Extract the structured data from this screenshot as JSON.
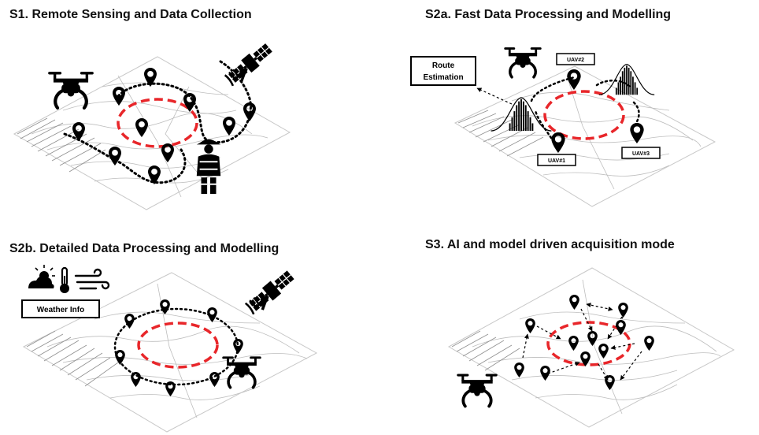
{
  "panels": {
    "s1": {
      "title": "S1. Remote Sensing and Data Collection"
    },
    "s2a": {
      "title": "S2a. Fast Data Processing and Modelling",
      "route_box_line1": "Route",
      "route_box_line2": "Estimation",
      "uav_labels": [
        "UAV#2",
        "UAV#1",
        "UAV#3"
      ]
    },
    "s2b": {
      "title": "S2b. Detailed Data Processing and Modelling",
      "weather_label": "Weather Info"
    },
    "s3": {
      "title": "S3. AI and model driven acquisition mode"
    }
  },
  "colors": {
    "boundary": "#e8262a",
    "map_lines": "#b9b9b9",
    "icon": "#000000"
  },
  "icons": [
    "drone-icon",
    "satellite-icon",
    "map-pin-icon",
    "firefighter-icon",
    "sun-cloud-icon",
    "thermometer-icon",
    "wind-icon",
    "gaussian-distribution-icon"
  ]
}
